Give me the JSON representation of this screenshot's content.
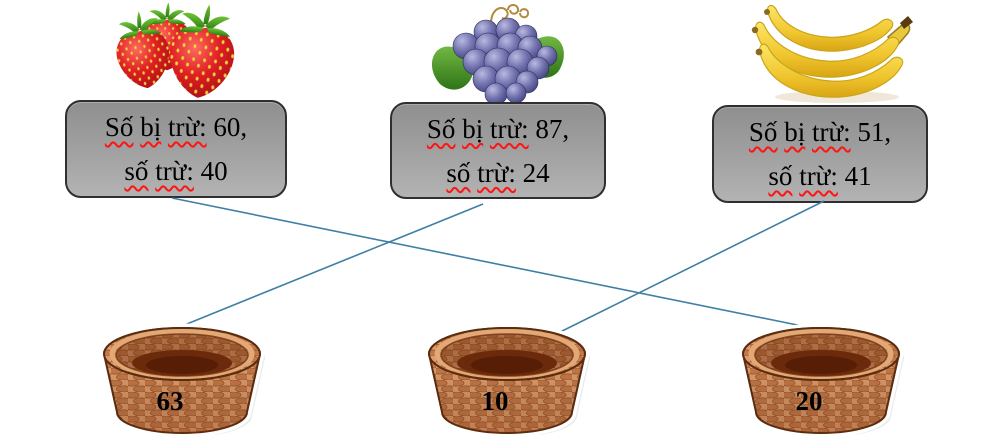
{
  "cards": [
    {
      "fruit": "strawberries",
      "rows": [
        {
          "words": [
            "Số",
            "bị",
            "trừ:"
          ],
          "value": "60,"
        },
        {
          "words": [
            "số",
            "trừ:"
          ],
          "value": "40"
        }
      ]
    },
    {
      "fruit": "grapes",
      "rows": [
        {
          "words": [
            "Số",
            "bị",
            "trừ:"
          ],
          "value": "87,"
        },
        {
          "words": [
            "số",
            "trừ:"
          ],
          "value": "24"
        }
      ]
    },
    {
      "fruit": "bananas",
      "rows": [
        {
          "words": [
            "Số",
            "bị",
            "trừ:"
          ],
          "value": "51,"
        },
        {
          "words": [
            "số",
            "trừ:"
          ],
          "value": "41"
        }
      ]
    }
  ],
  "baskets": [
    {
      "label": "63"
    },
    {
      "label": "10"
    },
    {
      "label": "20"
    }
  ],
  "connections": [
    {
      "card": 1,
      "basket": 3
    },
    {
      "card": 2,
      "basket": 1
    },
    {
      "card": 3,
      "basket": 2
    }
  ],
  "colors": {
    "connector_line": "#3f7fa6",
    "card_fill": "#9b9b9b",
    "card_border": "#2f2f2f",
    "spellcheck_underline": "#ff1414",
    "basket_weave": "#c27848",
    "basket_interior": "#6b2a0c"
  }
}
